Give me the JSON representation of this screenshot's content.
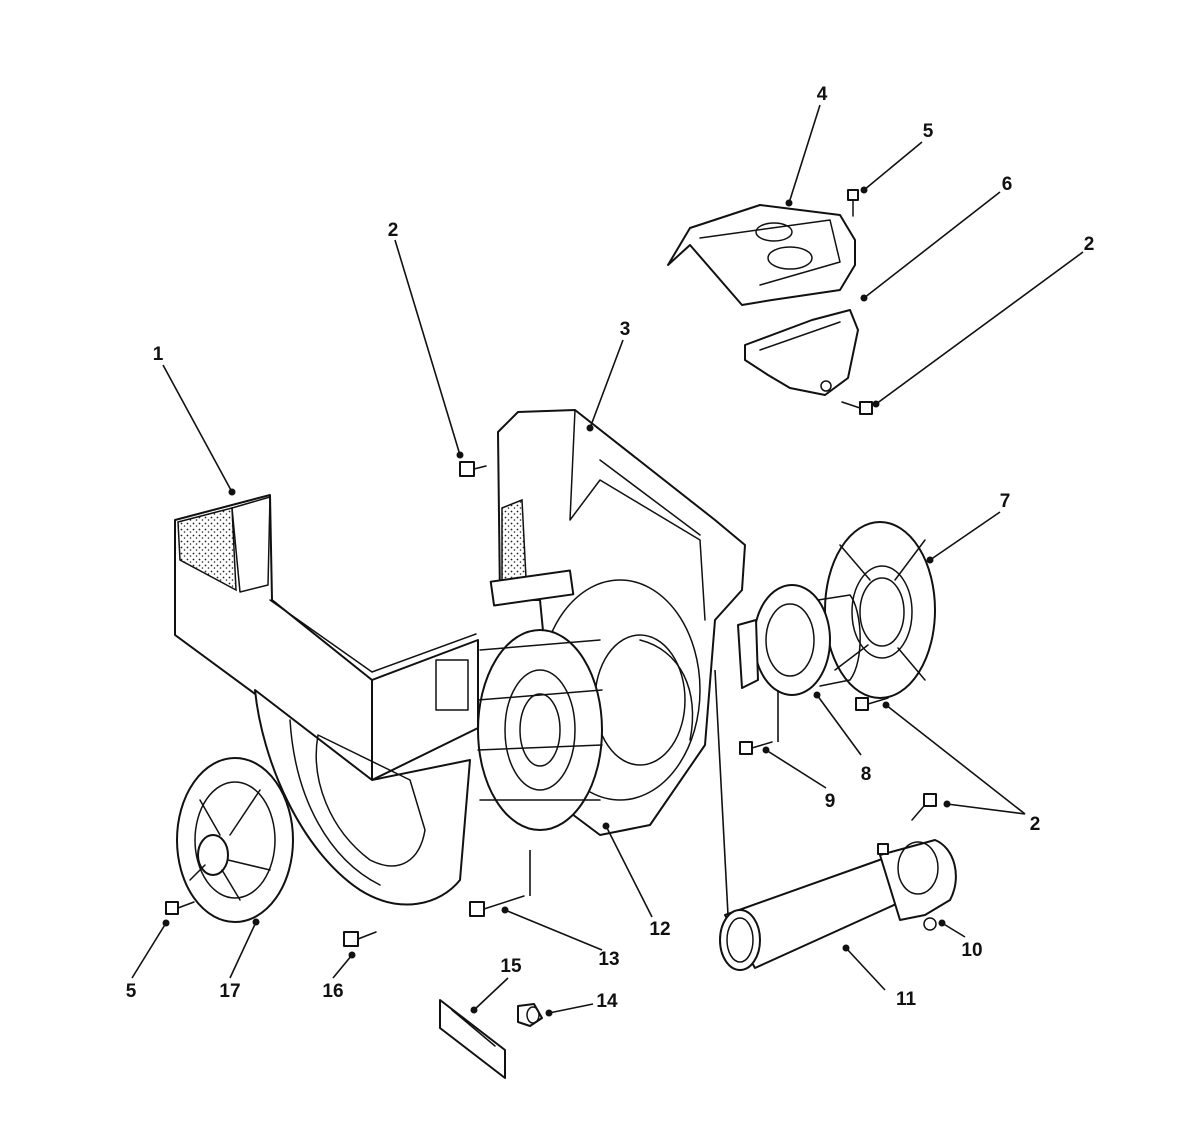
{
  "callouts": [
    {
      "key": "c1",
      "label": "1"
    },
    {
      "key": "c2a",
      "label": "2"
    },
    {
      "key": "c2b",
      "label": "2"
    },
    {
      "key": "c2c",
      "label": "2"
    },
    {
      "key": "c3",
      "label": "3"
    },
    {
      "key": "c4",
      "label": "4"
    },
    {
      "key": "c5a",
      "label": "5"
    },
    {
      "key": "c5b",
      "label": "5"
    },
    {
      "key": "c6",
      "label": "6"
    },
    {
      "key": "c7",
      "label": "7"
    },
    {
      "key": "c8",
      "label": "8"
    },
    {
      "key": "c9",
      "label": "9"
    },
    {
      "key": "c10",
      "label": "10"
    },
    {
      "key": "c11",
      "label": "11"
    },
    {
      "key": "c12",
      "label": "12"
    },
    {
      "key": "c13",
      "label": "13"
    },
    {
      "key": "c14",
      "label": "14"
    },
    {
      "key": "c15",
      "label": "15"
    },
    {
      "key": "c16",
      "label": "16"
    },
    {
      "key": "c17",
      "label": "17"
    }
  ],
  "colors": {
    "line": "#111111",
    "background": "#ffffff"
  }
}
